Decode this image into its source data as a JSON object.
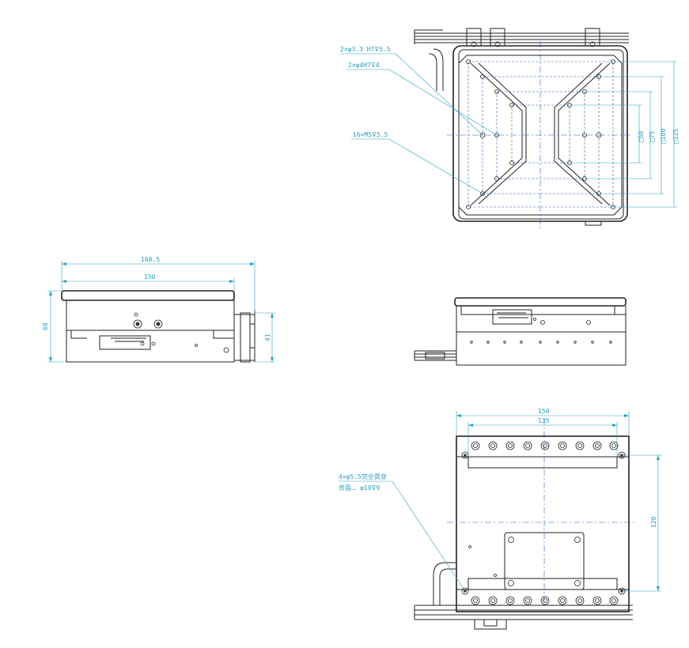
{
  "top_view": {
    "callout_1": "2×φ3.3 H7⊽5.5",
    "callout_2": "2×φ4H7⊽4",
    "callout_3": "16×M5⊽5.5",
    "dim_50": "□50",
    "dim_75": "□75",
    "dim_100": "□100",
    "dim_125": "□125"
  },
  "front_view": {
    "dim_168_5": "168.5",
    "dim_150": "150",
    "dim_60": "60",
    "dim_41": "41"
  },
  "bottom_view": {
    "dim_150": "150",
    "dim_135": "135",
    "dim_120": "120",
    "callout_line1": "4×φ5.5完全貫穿",
    "callout_line2": "背面⌴ φ10⊽9"
  },
  "colors": {
    "outline": "#222222",
    "center_line": "#2a5fa8",
    "dimension": "#2a9fc0"
  }
}
